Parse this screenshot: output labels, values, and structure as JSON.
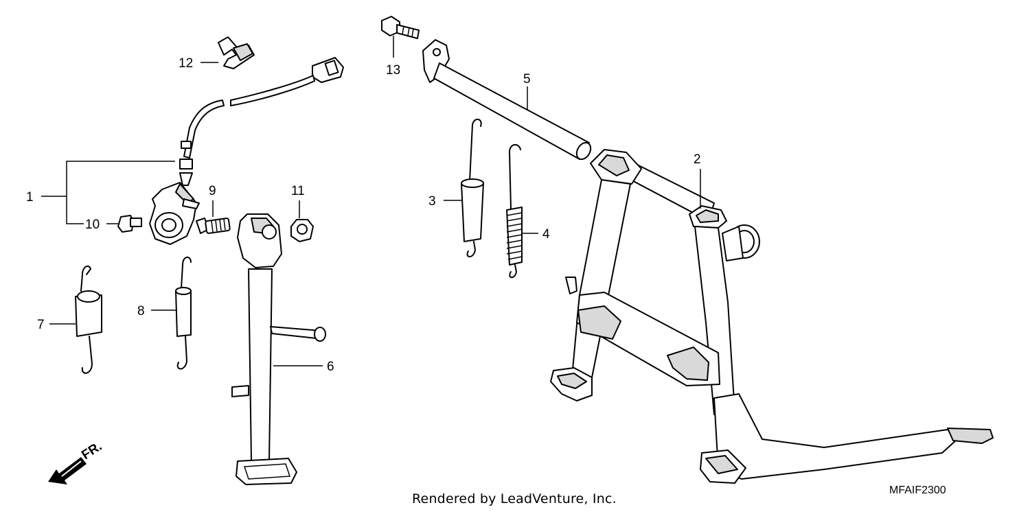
{
  "callouts": {
    "c1": "1",
    "c2": "2",
    "c3": "3",
    "c4": "4",
    "c5": "5",
    "c6": "6",
    "c7": "7",
    "c8": "8",
    "c9": "9",
    "c10": "10",
    "c11": "11",
    "c12": "12",
    "c13": "13"
  },
  "direction_label": "FR.",
  "credit": "Rendered by LeadVenture, Inc.",
  "diagram_code": "MFAIF2300"
}
